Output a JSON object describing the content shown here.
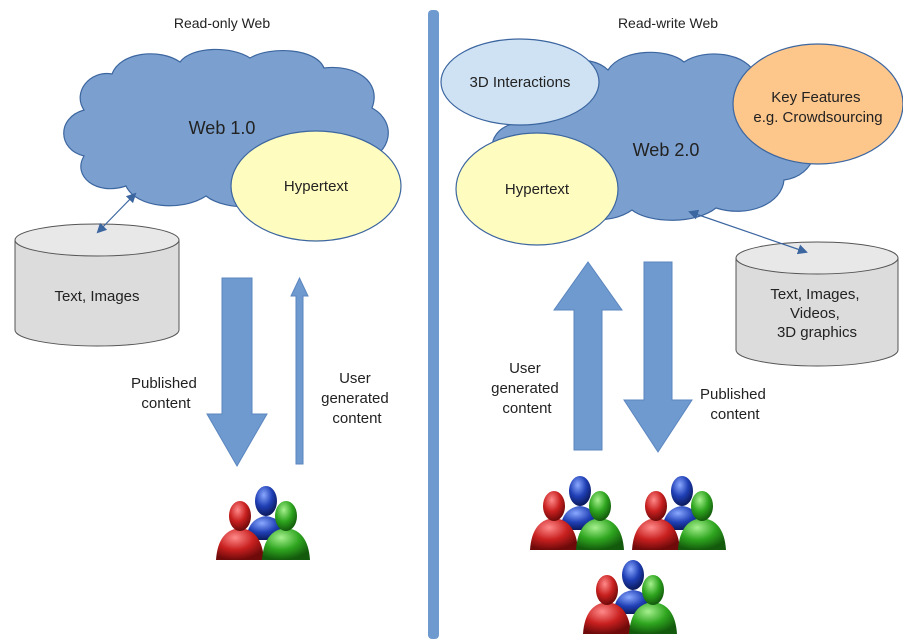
{
  "left_panel": {
    "title": "Read-only Web",
    "cloud_label": "Web 1.0",
    "hypertext_label": "Hypertext",
    "database_label": "Text, Images",
    "published_label": [
      "Published",
      "content"
    ],
    "user_generated_label": [
      "User",
      "generated",
      "content"
    ]
  },
  "right_panel": {
    "title": "Read-write Web",
    "cloud_label": "Web 2.0",
    "hypertext_label": "Hypertext",
    "interactions_label": "3D Interactions",
    "key_features_label": [
      "Key Features",
      "e.g. Crowdsourcing"
    ],
    "database_label": [
      "Text, Images,",
      "Videos,",
      "3D graphics"
    ],
    "user_generated_label": [
      "User",
      "generated",
      "content"
    ],
    "published_label": [
      "Published",
      "content"
    ]
  },
  "colors": {
    "cloud_fill": "#7ba0cf",
    "cloud_stroke": "#3c66a0",
    "hypertext_fill": "#fffcc0",
    "interactions_fill": "#cfe2f3",
    "key_features_fill": "#fdc68b",
    "database_fill": "#dcdcdc",
    "arrow_fill": "#6f9acf",
    "divider": "#6f9acf",
    "user_red": "#c8201f",
    "user_green": "#2ea51f",
    "user_blue": "#1f3fb5"
  },
  "icons": [
    "users-group-icon"
  ]
}
